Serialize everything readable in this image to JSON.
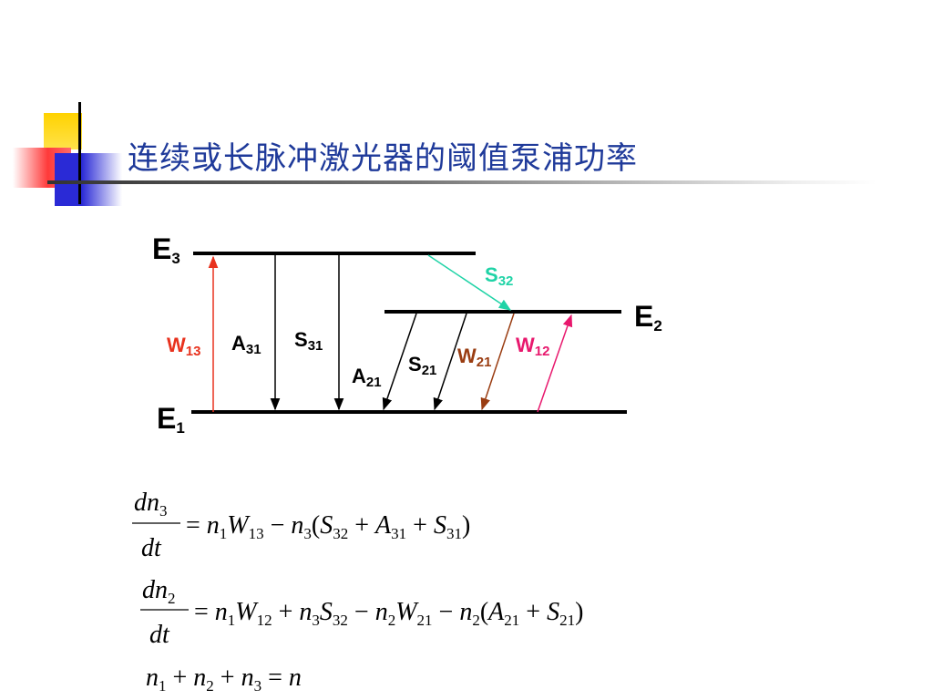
{
  "title": "连续或长脉冲激光器的阈值泵浦功率",
  "levels": [
    {
      "id": "E3",
      "letter": "E",
      "sub": "3"
    },
    {
      "id": "E2",
      "letter": "E",
      "sub": "2"
    },
    {
      "id": "E1",
      "letter": "E",
      "sub": "1"
    }
  ],
  "transitions": [
    {
      "id": "W13",
      "letter": "W",
      "sub": "13",
      "color": "#e8321e"
    },
    {
      "id": "A31",
      "letter": "A",
      "sub": "31",
      "color": "#000000"
    },
    {
      "id": "S31",
      "letter": "S",
      "sub": "31",
      "color": "#000000"
    },
    {
      "id": "S32",
      "letter": "S",
      "sub": "32",
      "color": "#1fd3a6"
    },
    {
      "id": "A21",
      "letter": "A",
      "sub": "21",
      "color": "#000000"
    },
    {
      "id": "S21",
      "letter": "S",
      "sub": "21",
      "color": "#000000"
    },
    {
      "id": "W21",
      "letter": "W",
      "sub": "21",
      "color": "#9a3d12"
    },
    {
      "id": "W12",
      "letter": "W",
      "sub": "12",
      "color": "#e8186d"
    }
  ],
  "equations": {
    "eq1_num": "dn3",
    "eq1_den": "dt",
    "eq1_rhs": "= n1W13 − n3(S32 + A31 + S31)",
    "eq2_num": "dn2",
    "eq2_den": "dt",
    "eq2_rhs": "= n1W12 + n3S32 − n2W21 − n2(A21 + S21)",
    "eq3": "n1 + n2 + n3 = n"
  },
  "colors": {
    "title": "#1f3a9a",
    "accent_yellow": "#ffd200",
    "accent_blue": "#2a2ad6",
    "accent_red": "#ff3a3a"
  }
}
